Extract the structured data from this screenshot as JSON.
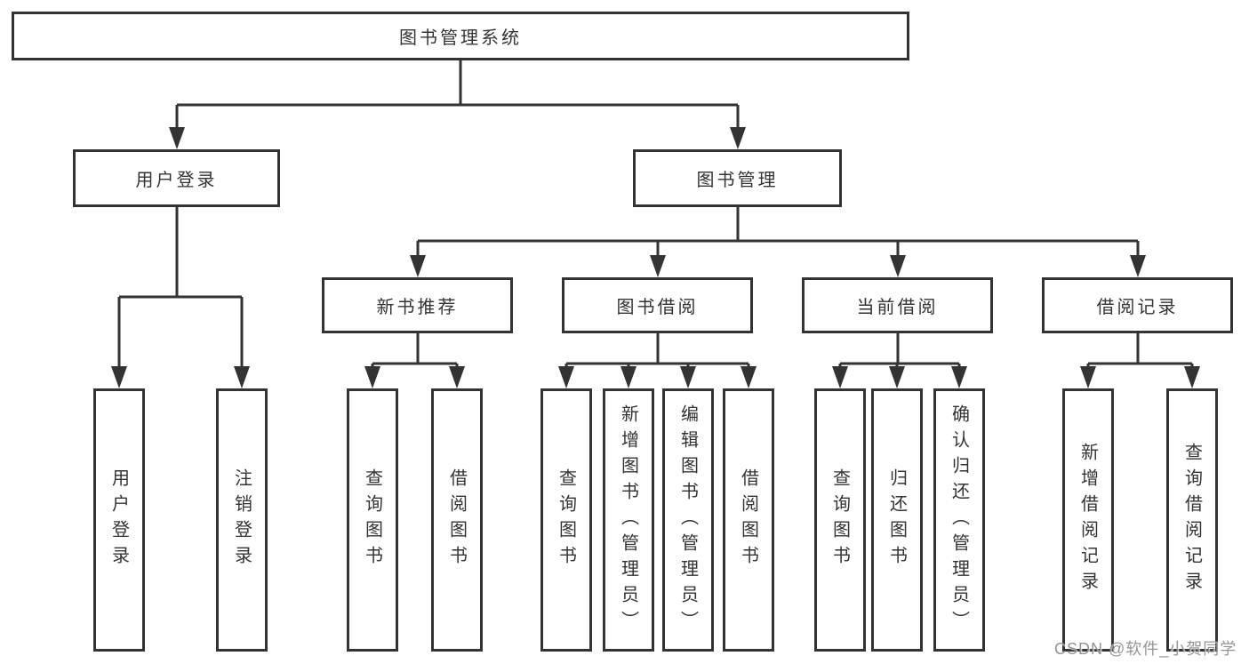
{
  "diagram": {
    "type": "tree",
    "root": {
      "label": "图书管理系统",
      "children": [
        {
          "label": "用户登录",
          "children": [
            {
              "label": "用户登录"
            },
            {
              "label": "注销登录"
            }
          ]
        },
        {
          "label": "图书管理",
          "children": [
            {
              "label": "新书推荐",
              "children": [
                {
                  "label": "查询图书"
                },
                {
                  "label": "借阅图书"
                }
              ]
            },
            {
              "label": "图书借阅",
              "children": [
                {
                  "label": "查询图书"
                },
                {
                  "label": "新增图书（管理员）"
                },
                {
                  "label": "编辑图书（管理员）"
                },
                {
                  "label": "借阅图书"
                }
              ]
            },
            {
              "label": "当前借阅",
              "children": [
                {
                  "label": "查询图书"
                },
                {
                  "label": "归还图书"
                },
                {
                  "label": "确认归还（管理员）"
                }
              ]
            },
            {
              "label": "借阅记录",
              "children": [
                {
                  "label": "新增借阅记录"
                },
                {
                  "label": "查询借阅记录"
                }
              ]
            }
          ]
        }
      ]
    },
    "watermark": "CSDN @软件_小贺同学",
    "colors": {
      "line": "#333333",
      "text": "#333333",
      "box_background": "#ffffff",
      "watermark": "#949494",
      "background": "#ffffff"
    }
  }
}
